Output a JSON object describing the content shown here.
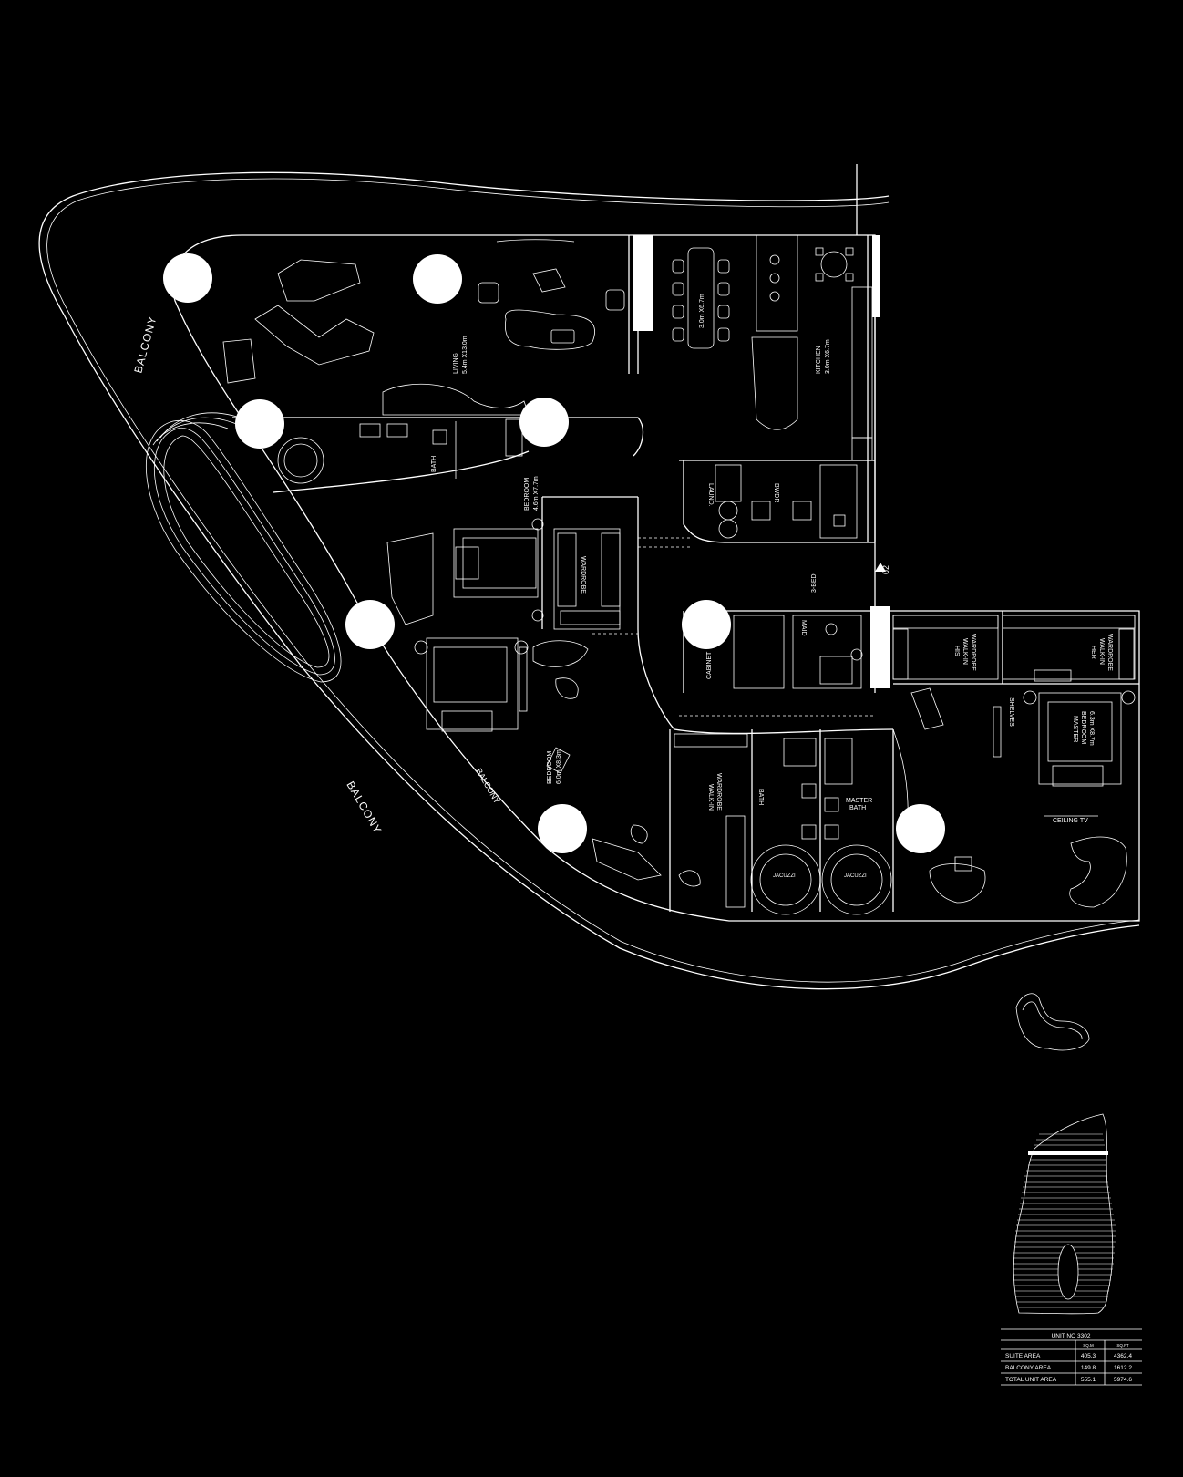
{
  "rooms": {
    "balcony_left": "BALCONY",
    "balcony_bottom": "BALCONY",
    "balcony_inner": "BALCONY",
    "living": "LIVING",
    "living_dim": "5.4m X13.0m",
    "dining_dim": "3.0m X6.7m",
    "kitchen": "KITCHEN",
    "kitchen_dim": "3.0m X6.7m",
    "bath": "BATH",
    "bedroom": "BEDROOM",
    "bedroom_dim": "4.6m X7.7m",
    "wardrobe": "WARDROBE",
    "laund": "LAUND.",
    "bwdr": "BWDR",
    "three_bed": "3-BED",
    "level": "02",
    "maid": "MAID",
    "cabinet": "CABINET",
    "his_wardrobe_1": "HIS",
    "his_wardrobe_2": "WALK-IN",
    "his_wardrobe_3": "WARDROBE",
    "her_wardrobe_1": "HER",
    "her_wardrobe_2": "WALK-IN",
    "her_wardrobe_3": "WARDROBE",
    "shelves": "SHELVES",
    "master_bedroom_1": "MASTER",
    "master_bedroom_2": "BEDROOM",
    "master_bedroom_dim": "6.3m X8.7m",
    "bedroom2": "BEDROOM",
    "bedroom2_dim": "6.0m X8.3m",
    "walkin_1": "WALK-IN",
    "walkin_2": "WARDROBE",
    "bath2": "BATH",
    "master_bath_1": "MASTER",
    "master_bath_2": "BATH",
    "ceiling_tv": "CEILING TV",
    "jacuzzi_1": "JACUZZI",
    "jacuzzi_2": "JACUZZI"
  },
  "area_table": {
    "title": "UNIT NO 3302",
    "col_sqm": "SQ.M",
    "col_sqft": "SQ.FT",
    "rows": [
      {
        "label": "SUITE AREA",
        "sqm": "405.3",
        "sqft": "4362.4"
      },
      {
        "label": "BALCONY AREA",
        "sqm": "149.8",
        "sqft": "1612.2"
      },
      {
        "label": "TOTAL UNIT AREA",
        "sqm": "555.1",
        "sqft": "5974.6"
      }
    ]
  },
  "hotspots": [
    "living-corner",
    "living-center",
    "bath-west",
    "bedroom-north",
    "bedroom-west",
    "maid-hall",
    "bedroom2-south",
    "master-bath"
  ],
  "colors": {
    "background": "#000000",
    "line": "#ffffff",
    "hotspot": "#ffffff"
  }
}
